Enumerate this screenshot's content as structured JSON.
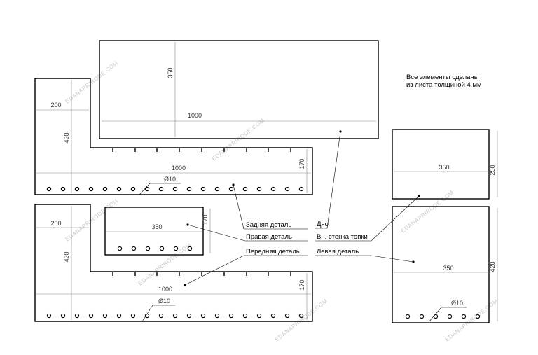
{
  "note": {
    "line1": "Все элементы сделаны",
    "line2": "из листа толщиной 4 мм"
  },
  "dimensions": {
    "d350": "350",
    "d1000": "1000",
    "d200": "200",
    "d420": "420",
    "d170": "170",
    "d250": "250",
    "hole": "Ø10"
  },
  "labels": {
    "back": "Задняя деталь",
    "right": "Правая деталь",
    "front": "Передняя деталь",
    "bottom": "Дно",
    "inner_wall": "Вн. стенка топки",
    "left": "Левая деталь"
  },
  "watermark": "EDANAPRIRODE.COM"
}
